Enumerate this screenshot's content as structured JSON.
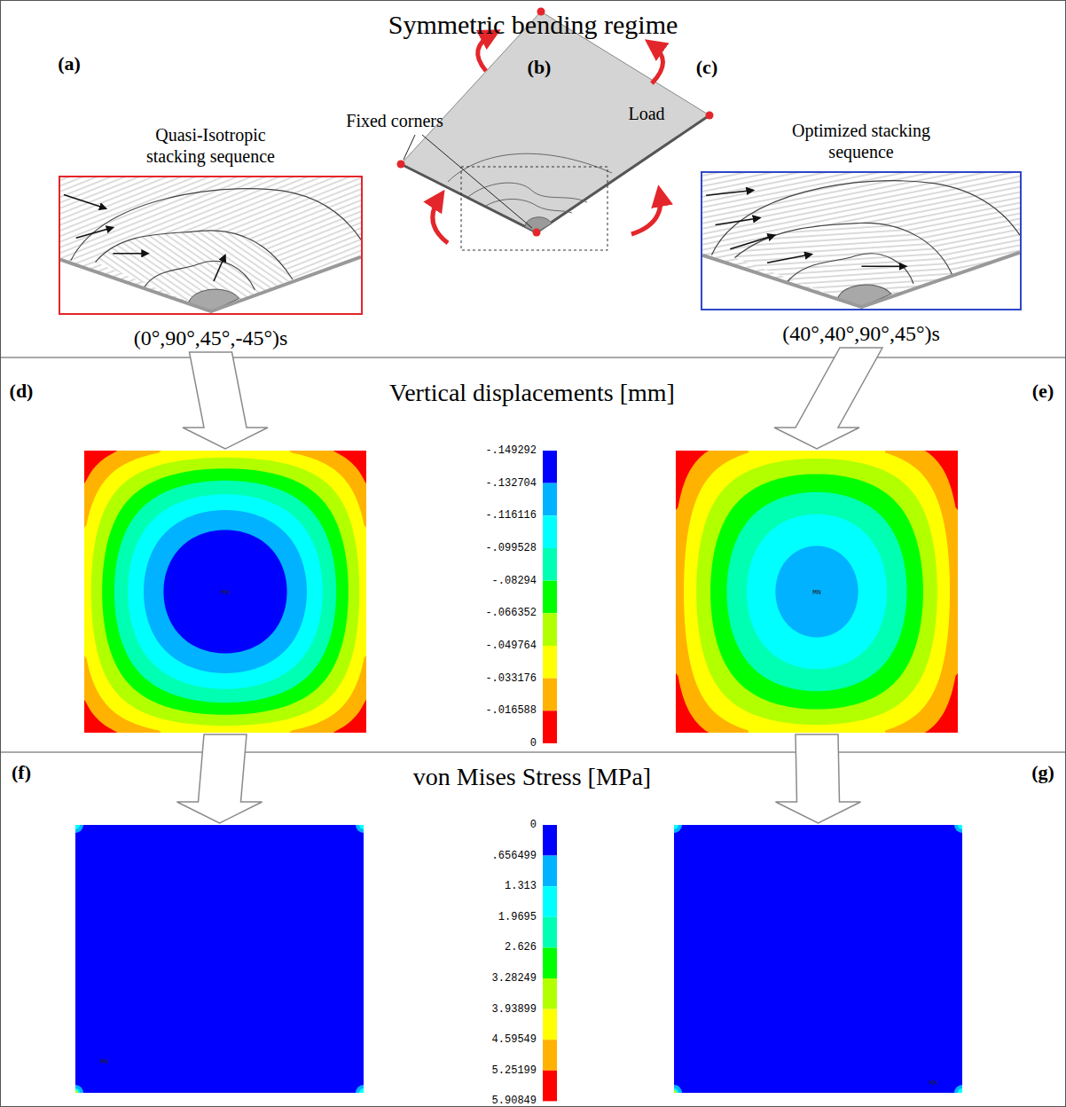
{
  "diagram": {
    "title": "Symmetric bending regime",
    "nodes": [
      {
        "text": [
          "Quasi-Isotropic stacking sequence",
          "(0°,90°,45°,-45°)s"
        ]
      },
      {
        "text": [
          "Optimized stacking sequence",
          "(40°,40°,90°,45°)s"
        ]
      },
      {
        "text": [
          "MN"
        ]
      },
      {
        "text": [
          "MN"
        ]
      },
      {
        "text": [
          "MN"
        ]
      },
      {
        "text": [
          "MX"
        ]
      }
    ],
    "edges": [
      {
        "from": 0,
        "to": 2,
        "arrow": "to"
      },
      {
        "from": 1,
        "to": 3,
        "arrow": "to"
      },
      {
        "from": 2,
        "to": 4,
        "arrow": "to"
      },
      {
        "from": 3,
        "to": 5,
        "arrow": "to"
      }
    ],
    "labels": [
      "(a)",
      "(b)",
      "(c)",
      "Fixed corners",
      "Load",
      "(d)",
      "Vertical displacements [mm]",
      "(e)",
      "-.149292",
      "-.132704",
      "-.116116",
      "-.099528",
      "-.08294",
      "-.066352",
      "-.049764",
      "-.033176",
      "-.016588",
      "0",
      "(f)",
      "von Mises Stress [MPa]",
      "(g)",
      "0",
      ".656499",
      "1.313",
      "1.9695",
      "2.626",
      "3.28249",
      "3.93899",
      "4.59549",
      "5.25199",
      "5.90849"
    ]
  }
}
